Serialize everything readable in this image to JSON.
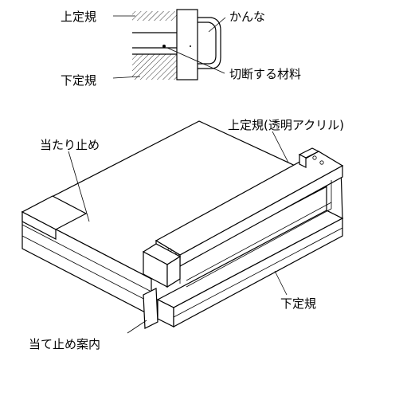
{
  "labels": {
    "upper_guide": "上定規",
    "plane": "かんな",
    "lower_guide": "下定規",
    "material": "切断する材料",
    "upper_guide_acrylic": "上定規(透明アクリル)",
    "stopper": "当たり止め",
    "lower_guide_main": "下定規",
    "stop_guide": "当て止め案内"
  }
}
